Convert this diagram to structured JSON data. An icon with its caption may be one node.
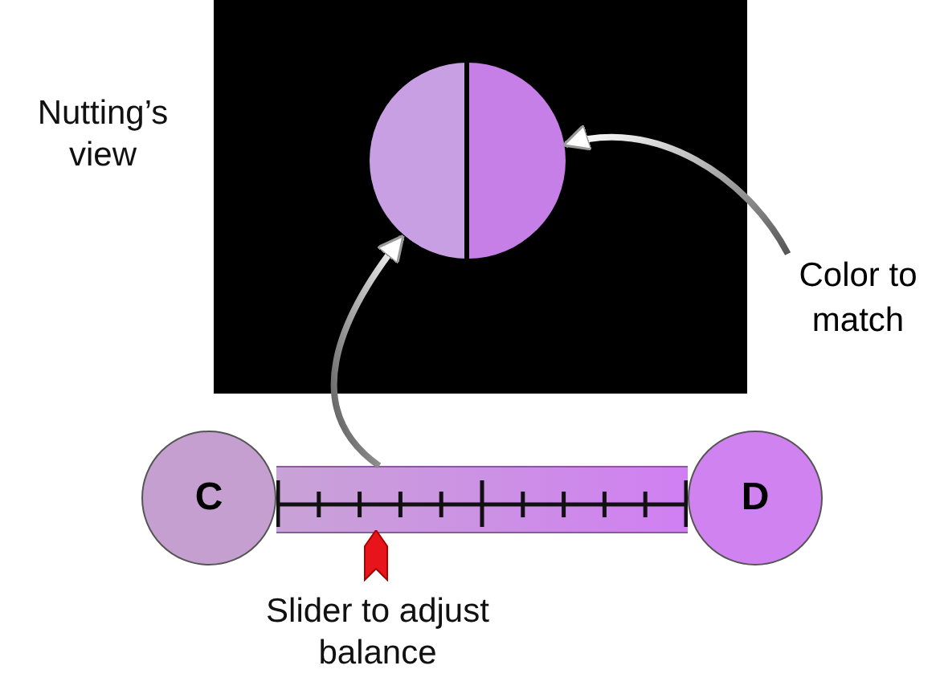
{
  "diagram": {
    "nodes": [
      {
        "text": [],
        "shape": "box"
      },
      {
        "text": [],
        "shape": "circle",
        "in": 0
      },
      {
        "text": [],
        "shape": "circle",
        "in": 0
      },
      {
        "text": [
          "Color to match"
        ]
      },
      {
        "text": [],
        "shape": "bar"
      },
      {
        "text": [
          "C"
        ]
      },
      {
        "text": [
          "D"
        ]
      },
      {
        "text": [],
        "shape": "marker",
        "beside": [
          "Slider to adjust balance"
        ]
      }
    ],
    "edges": [
      {
        "from": 4,
        "to": 1,
        "arrow": "to"
      },
      {
        "from": 3,
        "to": 2,
        "arrow": "to"
      }
    ],
    "labels": [
      "Nutting’s view"
    ]
  }
}
